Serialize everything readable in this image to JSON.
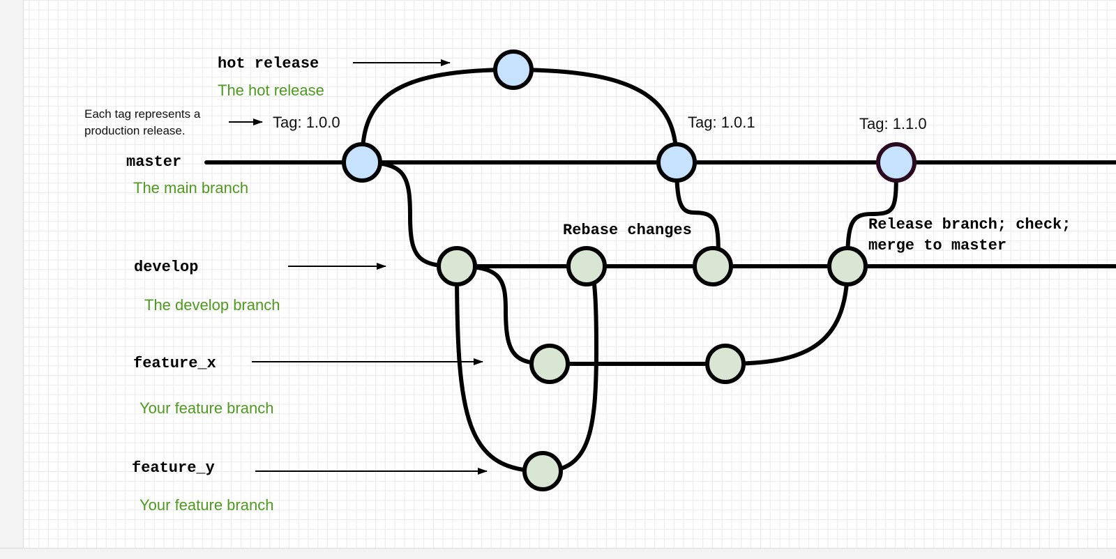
{
  "colors": {
    "line": "#000000",
    "master_node": "#c6e2ff",
    "develop_node": "#d9e6d3",
    "label_green": "#4e9a1f",
    "highlight_stroke": "#2a0a1f"
  },
  "branches": {
    "hot_release": {
      "name": "hot release",
      "desc": "The hot release"
    },
    "master": {
      "name": "master",
      "desc": "The main branch"
    },
    "develop": {
      "name": "develop",
      "desc": "The develop branch"
    },
    "feature_x": {
      "name": "feature_x",
      "desc": "Your feature branch"
    },
    "feature_y": {
      "name": "feature_y",
      "desc": "Your feature branch"
    }
  },
  "tags": {
    "t100": "Tag: 1.0.0",
    "t101": "Tag: 1.0.1",
    "t110": "Tag: 1.1.0"
  },
  "notes": {
    "tag_note_line1": "Each tag represents a",
    "tag_note_line2": "production release.",
    "rebase": "Rebase changes",
    "release_line1": "Release branch; check;",
    "release_line2": "merge to master"
  }
}
